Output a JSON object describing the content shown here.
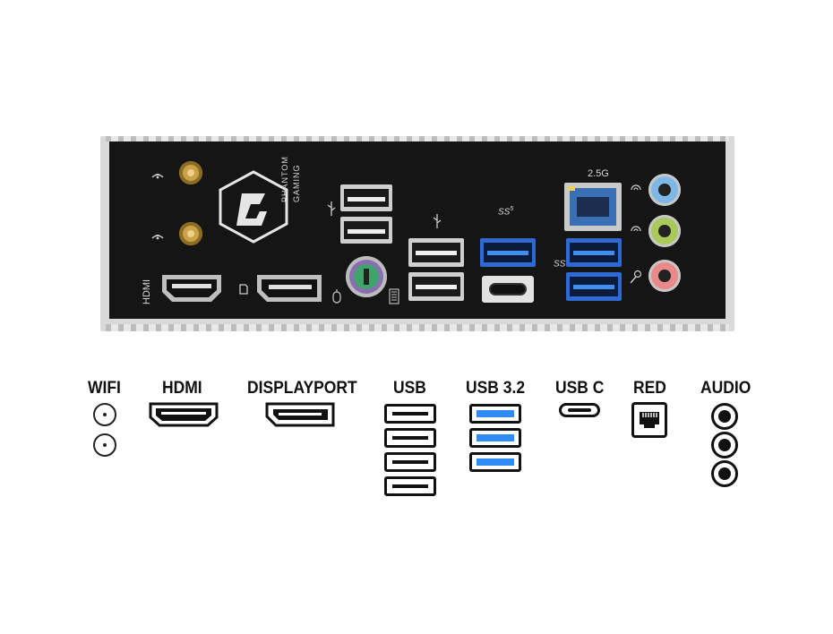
{
  "shield": {
    "hdmi_label": "HDMI",
    "brand_line1": "PHANTOM",
    "brand_line2": "GAMING",
    "lan_speed": "2.5G",
    "ss_mark": "SS",
    "ss_gen": "5"
  },
  "legend": {
    "wifi": "WIFI",
    "hdmi": "HDMI",
    "displayport": "DISPLAYPORT",
    "usb": "USB",
    "usb32": "USB 3.2",
    "usbc": "USB C",
    "red": "RED",
    "audio": "AUDIO"
  },
  "colors": {
    "usb3_blue": "#2f8cf4",
    "audio_blue": "#7fb8e6",
    "audio_green": "#a9c95a",
    "audio_pink": "#e88a8a",
    "ps2_purple": "#8a6fb0",
    "ps2_green": "#3fa46a",
    "antenna_gold": "#c9a24a"
  }
}
